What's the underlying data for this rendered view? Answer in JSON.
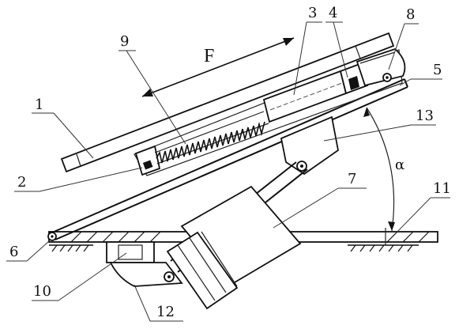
{
  "labels": {
    "p1": "1",
    "p2": "2",
    "p3": "3",
    "p4": "4",
    "p5": "5",
    "p6": "6",
    "p7": "7",
    "p8": "8",
    "p9": "9",
    "p10": "10",
    "p11": "11",
    "p12": "12",
    "p13": "13"
  },
  "force_label": "F",
  "angle_label": "α",
  "colors": {
    "line": "#111111",
    "background": "#ffffff"
  }
}
